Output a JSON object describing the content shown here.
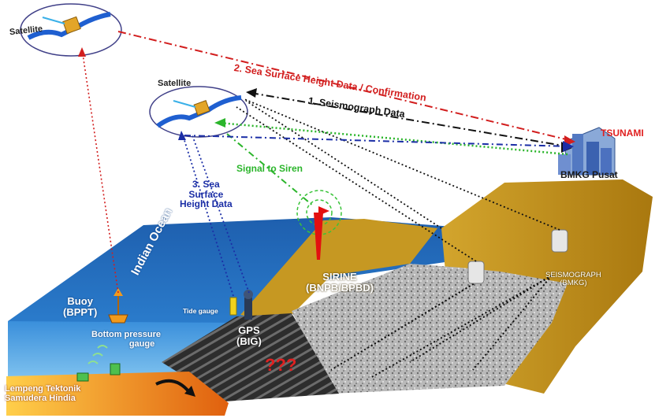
{
  "labels": {
    "satellite_top": "Satellite",
    "satellite_mid": "Satellite",
    "sea_surface_confirmation": "2. Sea Surface Height Data / Confirmation",
    "seismograph_data": "1. Seismograph Data",
    "tsunami": "TSUNAMI",
    "bmkg_pusat": "BMKG Pusat",
    "signal_to_siren": "Signal to Siren",
    "sea_surface_height": [
      "3. Sea",
      "Surface",
      "Height Data"
    ],
    "indian_ocean": "Indian Ocean",
    "buoy": [
      "Buoy",
      "(BPPT)"
    ],
    "bottom_pressure_gauge": [
      "Bottom pressure",
      "gauge"
    ],
    "tide_gauge": "Tide gauge",
    "gps": [
      "GPS",
      "(BIG)"
    ],
    "sirine": [
      "SIRINE",
      "(BNPB/BPBD)"
    ],
    "seismograph_bmkg": [
      "SEISMOGRAPH",
      "(BMKG)"
    ],
    "unknown": "???",
    "lempeng": [
      "Lempeng Tektonik",
      "Samudera Hindia"
    ]
  },
  "colors": {
    "confirmation_line": "#d21e1e",
    "seismograph_line": "#111111",
    "siren_signal": "#2bb52b",
    "sea_height_line": "#1b2ea6",
    "ocean": "#1f6fc2",
    "land": "#b88b1c",
    "tectonic_plate": "#f0a21c"
  }
}
